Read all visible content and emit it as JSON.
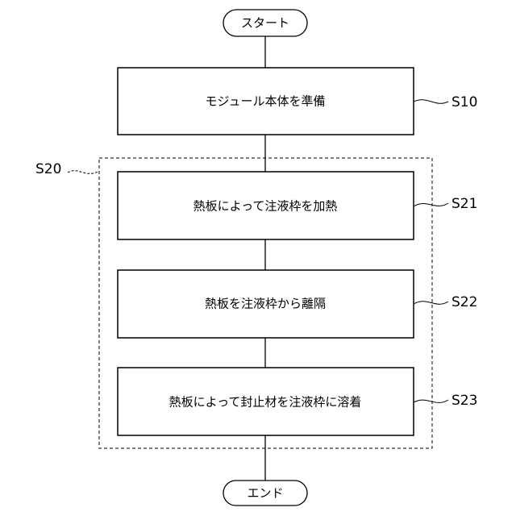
{
  "start": {
    "label": "スタート"
  },
  "end": {
    "label": "エンド"
  },
  "steps": [
    {
      "id": "S10",
      "label": "モジュール本体を準備"
    },
    {
      "id": "S21",
      "label": "熱板によって注液枠を加熱"
    },
    {
      "id": "S22",
      "label": "熱板を注液枠から離隔"
    },
    {
      "id": "S23",
      "label": "熱板によって封止材を注液枠に溶着"
    }
  ],
  "group": {
    "id": "S20"
  }
}
